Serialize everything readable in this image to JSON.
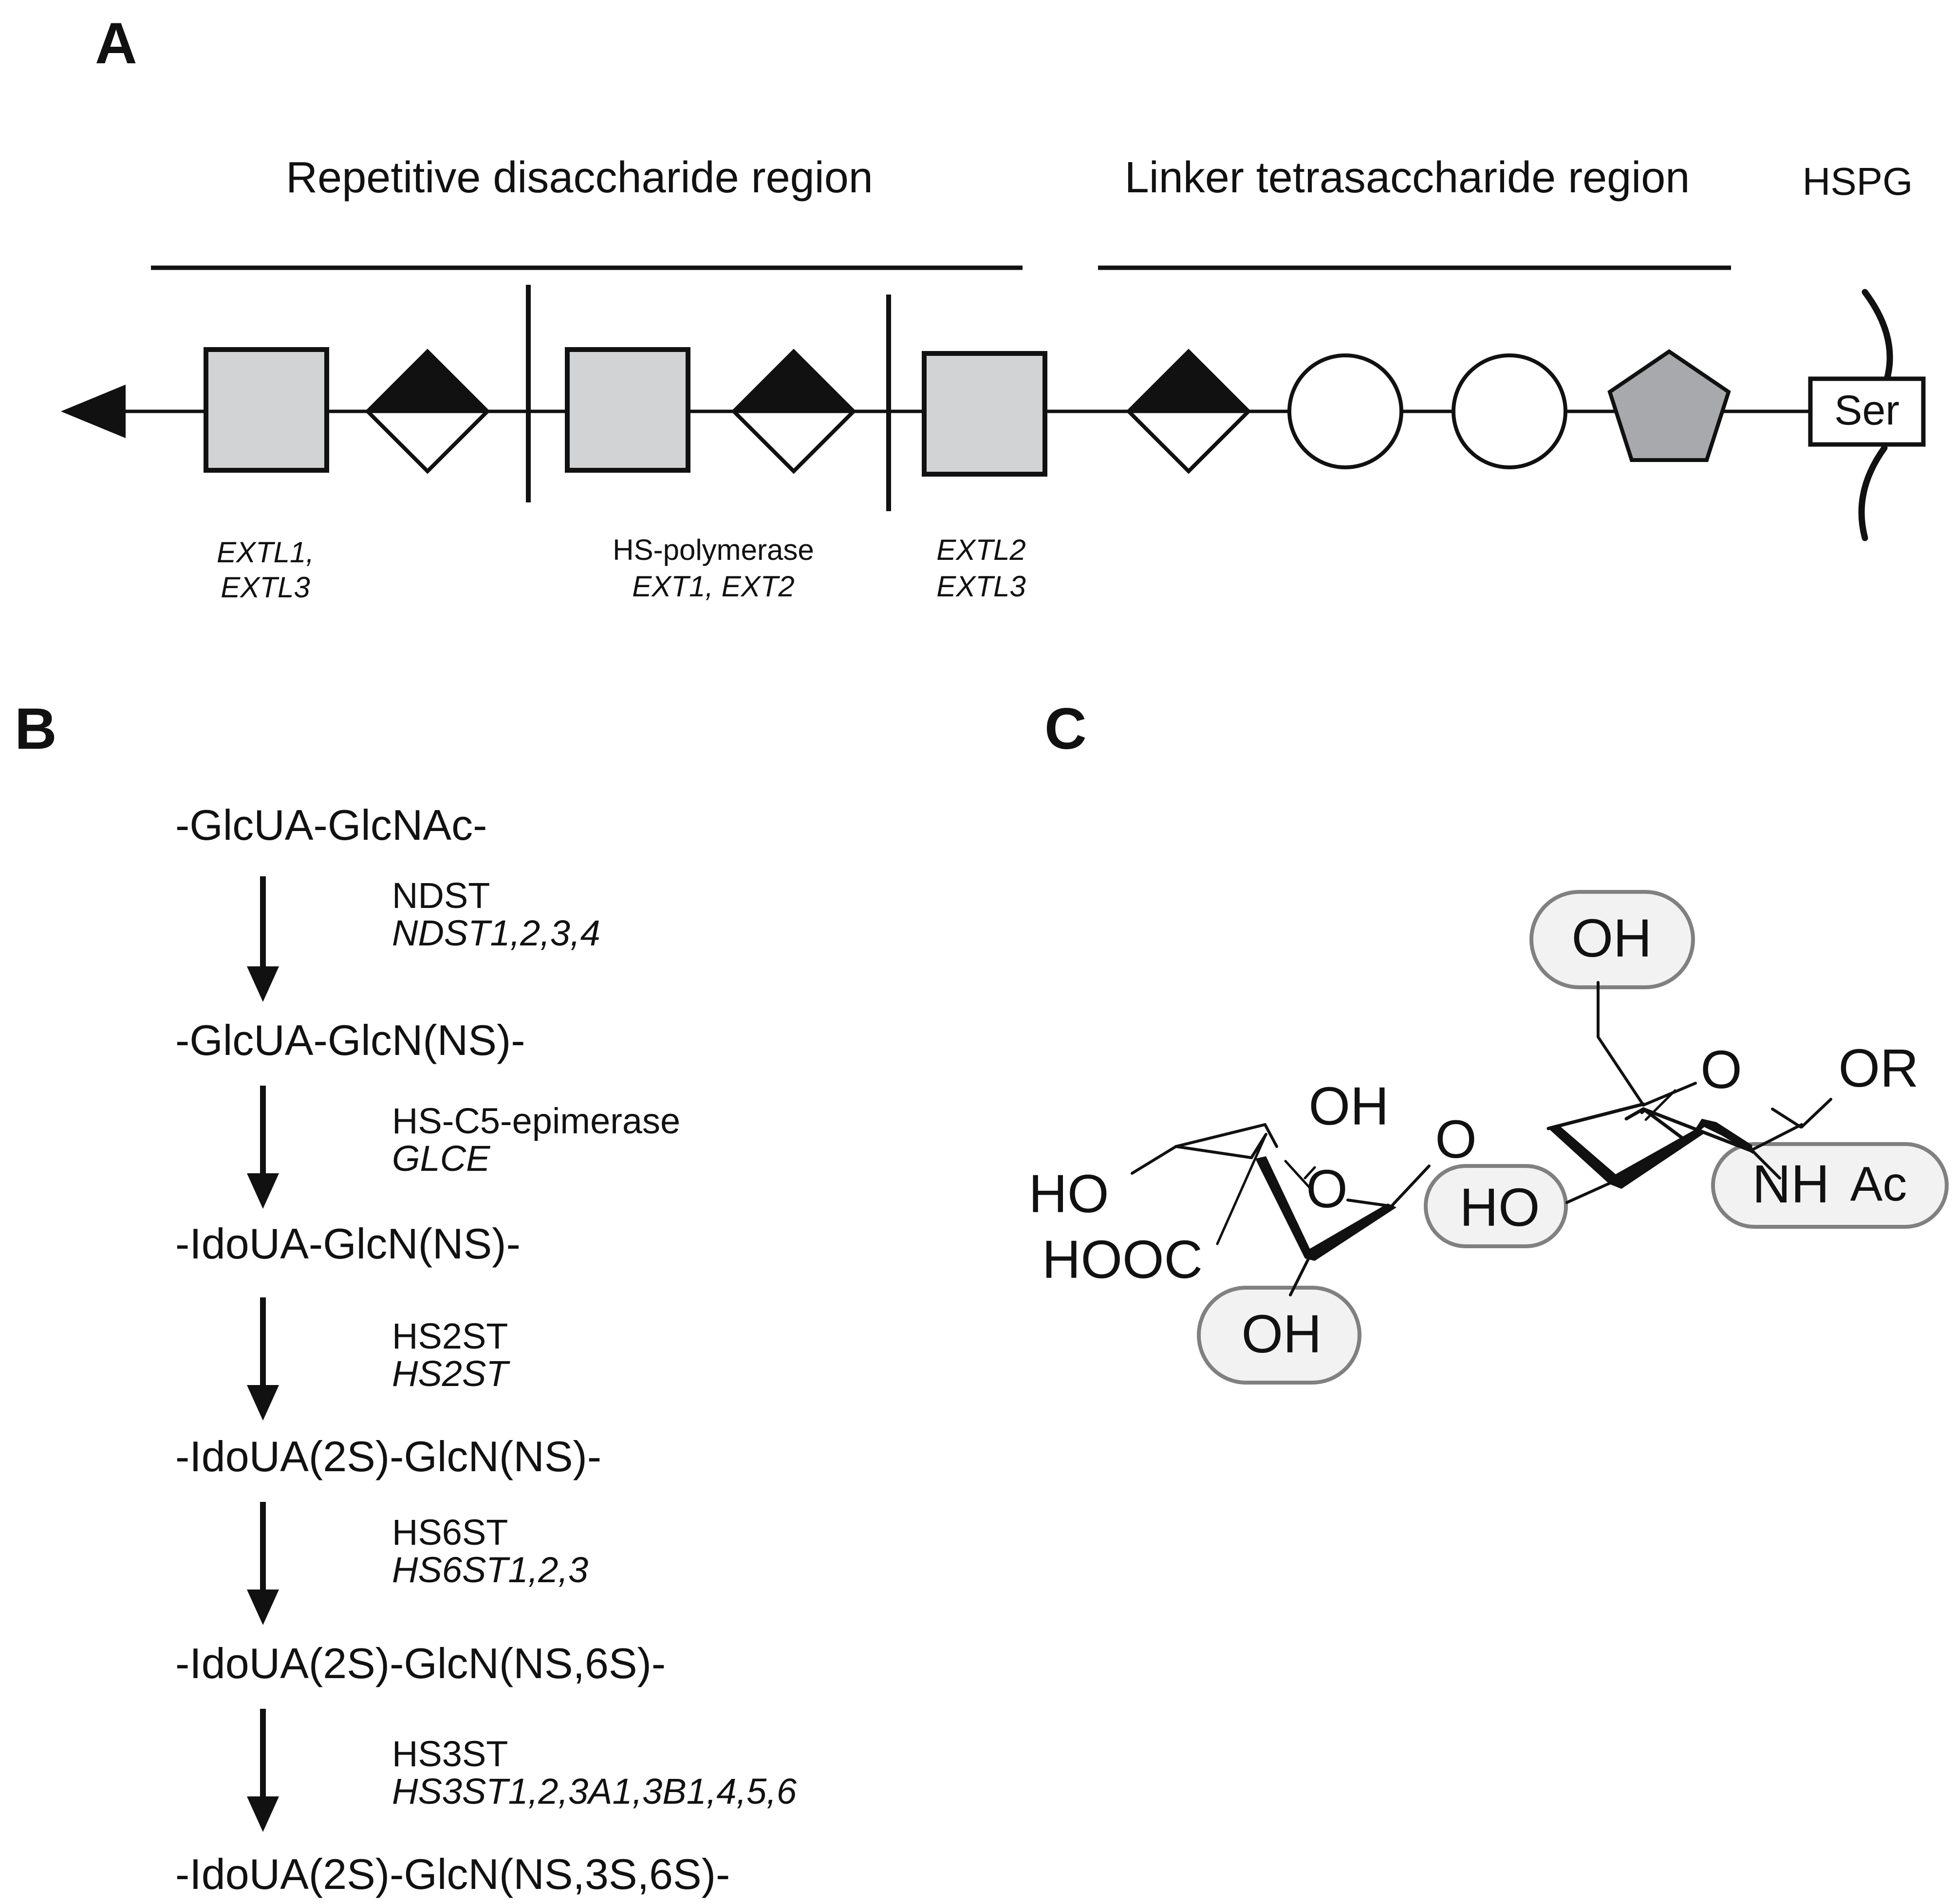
{
  "panel_a": {
    "letter": "A",
    "region_repetitive": "Repetitive disaccharide region",
    "region_linker": "Linker tetrasaccharide region",
    "region_hspg": "HSPG",
    "serine_label": "Ser",
    "enzyme_left_line1": "EXTL1,",
    "enzyme_left_line2": "EXTL3",
    "enzyme_mid_line1": "HS-polymerase",
    "enzyme_mid_line2": "EXT1, EXT2",
    "enzyme_right_line1": "EXTL2",
    "enzyme_right_line2": "EXTL3",
    "colors": {
      "square_fill": "#d1d3d4",
      "pentagon_fill": "#a7a9ac",
      "diamond_top_fill": "#111111"
    }
  },
  "panel_b": {
    "letter": "B",
    "steps": [
      {
        "product": "-GlcUA-GlcNAc-"
      },
      {
        "enzyme": "NDST",
        "genes": "NDST1,2,3,4",
        "product": "-GlcUA-GlcN(NS)-"
      },
      {
        "enzyme": "HS-C5-epimerase",
        "genes": "GLCE",
        "product": "-IdoUA-GlcN(NS)-"
      },
      {
        "enzyme": "HS2ST",
        "genes": "HS2ST",
        "product": "-IdoUA(2S)-GlcN(NS)-"
      },
      {
        "enzyme": "HS6ST",
        "genes": "HS6ST1,2,3",
        "product": "-IdoUA(2S)-GlcN(NS,6S)-"
      },
      {
        "enzyme": "HS3ST",
        "genes": "HS3ST1,2,3A1,3B1,4,5,6",
        "product": "-IdoUA(2S)-GlcN(NS,3S,6S)-"
      }
    ]
  },
  "panel_c": {
    "letter": "C",
    "labels": {
      "oh_top": "OH",
      "o_ring_right": "O",
      "or_group": "OR",
      "oh_mid": "OH",
      "o_linkage": "O",
      "o_ring_left": "O",
      "ho_left": "HO",
      "ho_right": "HO",
      "nh": "NH",
      "ac": "Ac",
      "hooc": "HOOC",
      "oh_bottom": "OH"
    },
    "highlight_fill": "#f2f2f2",
    "highlight_stroke": "#808080"
  }
}
